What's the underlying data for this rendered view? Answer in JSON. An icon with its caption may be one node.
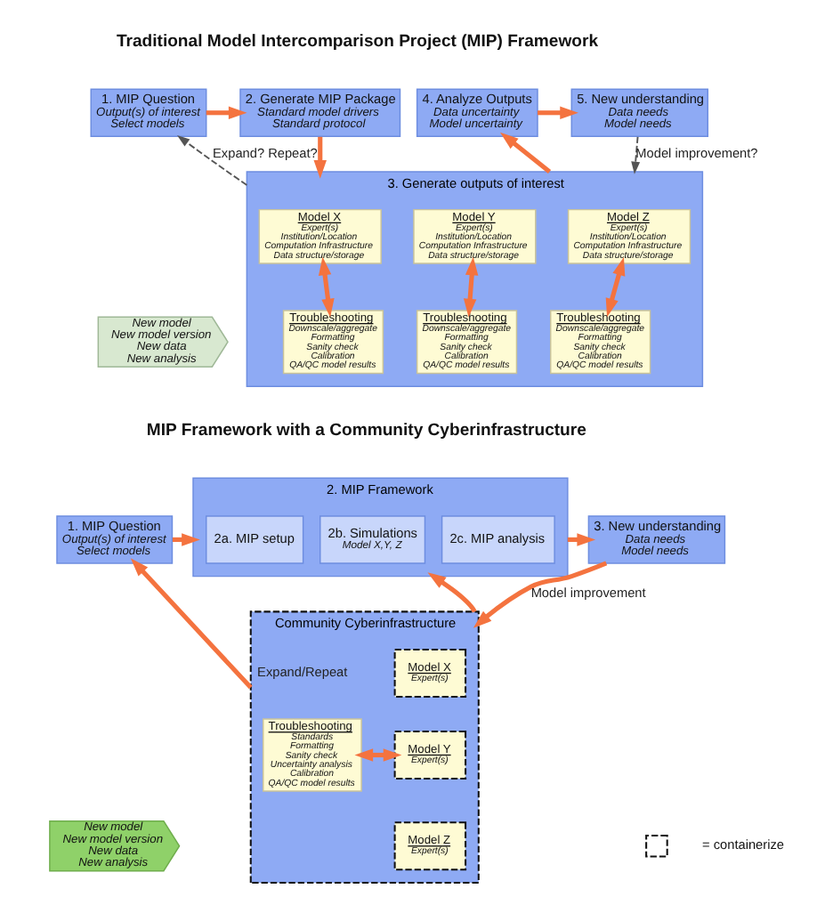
{
  "diagram": {
    "nodes": [
      {
        "text": [
          "1. MIP Question",
          "Output(s) of interest",
          "Select models"
        ]
      },
      {
        "text": [
          "2. Generate MIP Package",
          "Standard model drivers",
          "Standard protocol"
        ]
      },
      {
        "text": [
          "4. Analyze Outputs",
          "Data uncertainty",
          "Model uncertainty"
        ]
      },
      {
        "text": [
          "5. New understanding",
          "Data needs",
          "Model needs"
        ]
      },
      {
        "text": [
          "3. Generate outputs of interest"
        ]
      },
      {
        "text": [
          "Model X",
          "Expert(s)",
          "Institution/Location",
          "Computation Infrastructure",
          "Data structure/storage"
        ],
        "in": 4
      },
      {
        "text": [
          "Model Y",
          "Expert(s)",
          "Institution/Location",
          "Computation Infrastructure",
          "Data structure/storage"
        ],
        "in": 4
      },
      {
        "text": [
          "Model Z",
          "Expert(s)",
          "Institution/Location",
          "Computation Infrastructure",
          "Data structure/storage"
        ],
        "in": 4
      },
      {
        "text": [
          "Troubleshooting",
          "Downscale/aggregate",
          "Formatting",
          "Sanity check",
          "Calibration",
          "QA/QC model results"
        ],
        "in": 4
      },
      {
        "text": [
          "Troubleshooting",
          "Downscale/aggregate",
          "Formatting",
          "Sanity check",
          "Calibration",
          "QA/QC model results"
        ],
        "in": 4
      },
      {
        "text": [
          "Troubleshooting",
          "Downscale/aggregate",
          "Formatting",
          "Sanity check",
          "Calibration",
          "QA/QC model results"
        ],
        "in": 4
      },
      {
        "text": [
          "New model",
          "New model version",
          "New data",
          "New analysis"
        ]
      },
      {
        "text": [
          "1. MIP Question",
          "Output(s) of interest",
          "Select models"
        ]
      },
      {
        "text": [
          "2. MIP Framework"
        ]
      },
      {
        "text": [
          "2a. MIP setup"
        ],
        "in": 13
      },
      {
        "text": [
          "2b. Simulations",
          "Model X,Y, Z"
        ],
        "in": 13
      },
      {
        "text": [
          "2c. MIP analysis"
        ],
        "in": 13
      },
      {
        "text": [
          "3. New understanding",
          "Data needs",
          "Model needs"
        ]
      },
      {
        "text": [
          "Community Cyberinfrastructure"
        ]
      },
      {
        "text": [
          "Troubleshooting",
          "Standards",
          "Formatting",
          "Sanity check",
          "Uncertainty analysis",
          "Calibration",
          "QA/QC model results"
        ],
        "in": 18
      },
      {
        "text": [
          "Model X",
          "Expert(s)"
        ],
        "in": 18
      },
      {
        "text": [
          "Model Y",
          "Expert(s)"
        ],
        "in": 18
      },
      {
        "text": [
          "Model Z",
          "Expert(s)"
        ],
        "in": 18
      },
      {
        "text": [
          "New model",
          "New model version",
          "New data",
          "New analysis"
        ]
      }
    ],
    "edges": [
      {
        "from": 0,
        "to": 1,
        "arrow": "to"
      },
      {
        "from": 1,
        "to": 4,
        "arrow": "to"
      },
      {
        "from": 4,
        "to": 2,
        "arrow": "to"
      },
      {
        "from": 2,
        "to": 3,
        "arrow": "to"
      },
      {
        "from": 3,
        "to": 4,
        "arrow": "to",
        "label": "Model improvement?",
        "style": "dashed",
        "color": "#555555"
      },
      {
        "from": 4,
        "to": 0,
        "arrow": "to",
        "label": "Expand? Repeat?",
        "style": "dashed",
        "color": "#555555"
      },
      {
        "from": 5,
        "to": 8,
        "arrow": "both"
      },
      {
        "from": 6,
        "to": 9,
        "arrow": "both"
      },
      {
        "from": 7,
        "to": 10,
        "arrow": "both"
      },
      {
        "from": 12,
        "to": 13,
        "arrow": "to"
      },
      {
        "from": 13,
        "to": 17,
        "arrow": "to"
      },
      {
        "from": 17,
        "to": 18,
        "arrow": "to",
        "label": "Model improvement"
      },
      {
        "from": 18,
        "to": 12,
        "arrow": "to",
        "label": "Expand/Repeat"
      },
      {
        "from": 18,
        "to": 13,
        "arrow": "to"
      },
      {
        "from": 19,
        "to": 21,
        "arrow": "both"
      }
    ],
    "labels": [
      "Traditional Model Intercomparison Project (MIP) Framework",
      "MIP Framework with a Community Cyberinfrastructure"
    ],
    "legend": [
      {
        "text": "= containerize"
      }
    ]
  }
}
